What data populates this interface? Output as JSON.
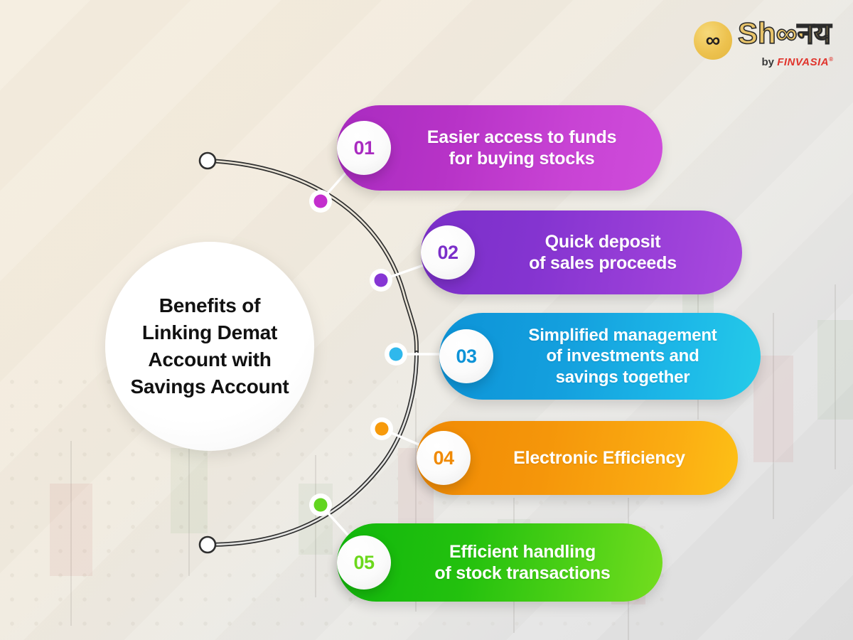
{
  "brand": {
    "logo_icon": "infinity-coin-icon",
    "logo_symbol": "∞",
    "wordmark": "Sh∞नय",
    "byline_prefix": "by ",
    "byline_brand": "FINVASIA",
    "byline_reg": "®",
    "coin_color": "#edc24f",
    "wordmark_color": "#e8c46a",
    "finvasia_color": "#e0342c"
  },
  "hub": {
    "title": "Benefits of\nLinking Demat\nAccount with\nSavings Account",
    "ring_segments": [
      {
        "name": "segment-magenta",
        "color": "#c72fd0"
      },
      {
        "name": "segment-purple",
        "color": "#8c38d6"
      },
      {
        "name": "segment-blue",
        "color": "#3ec2ef"
      },
      {
        "name": "segment-orange",
        "color": "#f5a215"
      },
      {
        "name": "segment-green",
        "color": "#7ad62a"
      }
    ]
  },
  "items": [
    {
      "number": "01",
      "text": "Easier access to funds\nfor buying stocks",
      "color": "#a92bc0",
      "color_end": "#cf4cdb",
      "dot_name": "arc-dot-01"
    },
    {
      "number": "02",
      "text": "Quick deposit\nof sales proceeds",
      "color": "#7b2fc9",
      "color_end": "#a94ade",
      "dot_name": "arc-dot-02"
    },
    {
      "number": "03",
      "text": "Simplified management\nof investments and\nsavings together",
      "color": "#0d93d7",
      "color_end": "#25cbe8",
      "dot_name": "arc-dot-03"
    },
    {
      "number": "04",
      "text": "Electronic Efficiency",
      "color": "#f08a05",
      "color_end": "#fdc016",
      "dot_name": "arc-dot-04"
    },
    {
      "number": "05",
      "text": "Efficient handling\nof stock transactions",
      "color": "#11b80c",
      "color_end": "#74dd1f",
      "dot_name": "arc-dot-05"
    }
  ],
  "background": {
    "top_color": "#f4ecdd",
    "bottom_color": "#dedede"
  }
}
